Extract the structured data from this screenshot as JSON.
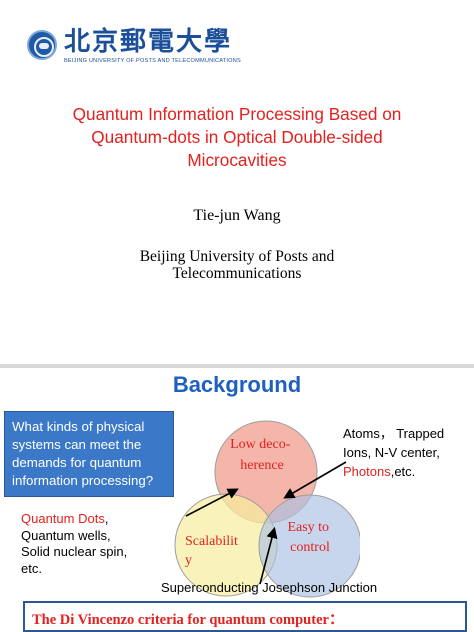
{
  "slide1": {
    "logo": {
      "name_cn": "北京郵電大學",
      "name_en": "BEIJING UNIVERSITY OF POSTS AND TELECOMMUNICATIONS"
    },
    "title_lines": [
      "Quantum Information Processing Based on",
      "Quantum-dots in Optical Double-sided",
      "Microcavities"
    ],
    "author": "Tie-jun Wang",
    "affiliation_lines": [
      "Beijing University of Posts and",
      "Telecommunications"
    ],
    "colors": {
      "title": "#e3211f",
      "logo": "#1b4f9a"
    }
  },
  "slide2": {
    "heading": "Background",
    "question_box": {
      "lines": [
        "What kinds of physical",
        "systems can meet the",
        "demands for quantum",
        "information processing?"
      ]
    },
    "venn": {
      "circles": [
        {
          "lines": [
            "Low deco-",
            "herence"
          ],
          "fill": "#f2a99b"
        },
        {
          "lines": [
            "Scalabilit",
            "y"
          ],
          "fill": "#f7ee9e"
        },
        {
          "lines": [
            "Easy to",
            "control"
          ],
          "fill": "#aac0e4"
        }
      ]
    },
    "atoms_text": {
      "line1": "Atoms， Trapped",
      "line2": "Ions, N-V center,",
      "line3_red": "Photons",
      "line3_rest": ",etc."
    },
    "qdots_text": {
      "line1_red": "Quantum Dots",
      "line1_rest": ",",
      "line2": "Quantum wells,",
      "line3": "Solid nuclear spin,",
      "line4": "etc."
    },
    "josephson": "Superconducting Josephson Junction",
    "criteria": "The Di Vincenzo criteria for quantum computer：",
    "colors": {
      "heading": "#1f5fbf",
      "question_box": "#3b78c8",
      "accent_red": "#e3211f",
      "arrows": "#000000"
    }
  }
}
